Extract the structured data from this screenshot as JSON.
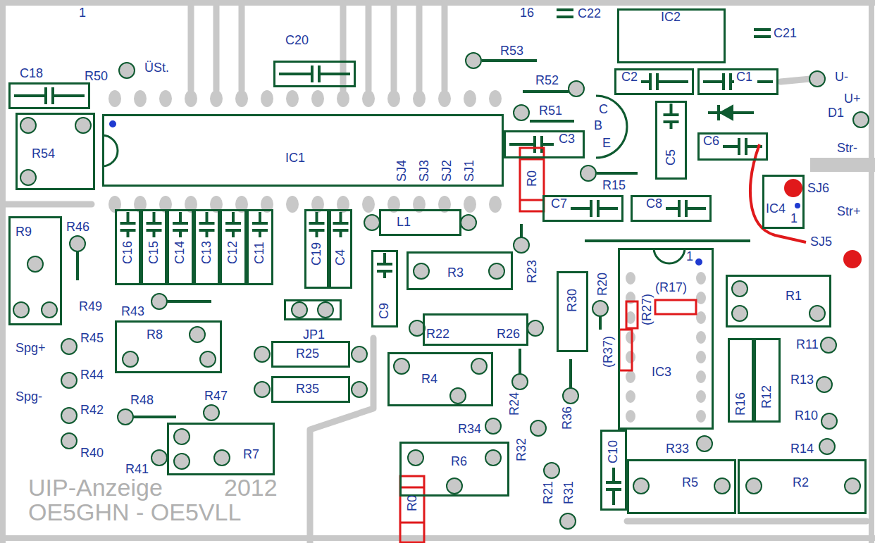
{
  "diagram": {
    "nodes": [
      {
        "text": [
          "IC2"
        ]
      },
      {
        "text": [
          "C20"
        ]
      },
      {
        "text": [
          "C18"
        ]
      },
      {
        "text": [
          "C2"
        ]
      },
      {
        "text": [
          "C1"
        ]
      },
      {
        "text": [
          "C3"
        ]
      },
      {
        "text": [
          "C5"
        ]
      },
      {
        "text": [
          "C6"
        ]
      },
      {
        "text": [
          "R54"
        ]
      },
      {
        "text": [
          "IC1"
        ]
      },
      {
        "text": [
          "IC4"
        ]
      },
      {
        "text": [
          "C7"
        ]
      },
      {
        "text": [
          "C8"
        ]
      },
      {
        "text": [
          "L1"
        ]
      },
      {
        "text": [
          "R9"
        ]
      },
      {
        "text": [
          "C16"
        ]
      },
      {
        "text": [
          "C15"
        ]
      },
      {
        "text": [
          "C14"
        ]
      },
      {
        "text": [
          "C13"
        ]
      },
      {
        "text": [
          "C12"
        ]
      },
      {
        "text": [
          "C11"
        ]
      },
      {
        "text": [
          "C19"
        ]
      },
      {
        "text": [
          "C4"
        ]
      },
      {
        "text": [
          "C9"
        ]
      },
      {
        "text": [
          "R3"
        ]
      },
      {
        "text": [
          "R30"
        ]
      },
      {
        "text": [
          "IC3"
        ]
      },
      {
        "text": [
          "R1"
        ]
      },
      {
        "text": [
          "JP1"
        ]
      },
      {
        "text": [
          "R22",
          "R26"
        ]
      },
      {
        "text": [
          "R8"
        ]
      },
      {
        "text": [
          "R16"
        ]
      },
      {
        "text": [
          "R12"
        ]
      },
      {
        "text": [
          "R25"
        ]
      },
      {
        "text": [
          "R4"
        ]
      },
      {
        "text": [
          "R35"
        ]
      },
      {
        "text": [
          "R7"
        ]
      },
      {
        "text": [
          "R6"
        ]
      },
      {
        "text": [
          "C10"
        ]
      },
      {
        "text": [
          "R5"
        ]
      },
      {
        "text": [
          "R2"
        ]
      }
    ],
    "labels": [
      "1",
      "16",
      "C22",
      "C21",
      "R53",
      "ÜSt.",
      "R50",
      "U-",
      "R52",
      "U+",
      "C",
      "R51",
      "D1",
      "B",
      "E",
      "Str-",
      "SJ4",
      "SJ3",
      "SJ2",
      "SJ1",
      "R0",
      "R15",
      "SJ6",
      "Str+",
      "1",
      "R46",
      "1",
      "SJ5",
      "R23",
      "R20",
      "(R17)",
      "(R27)",
      "R49",
      "R43",
      "(R37)",
      "R45",
      "Spg+",
      "R11",
      "R44",
      "R13",
      "R24",
      "Spg-",
      "R48",
      "R47",
      "R42",
      "R10",
      "R36",
      "R34",
      "R32",
      "R40",
      "R33",
      "R14",
      "R41",
      "R21",
      "R31",
      "R0",
      "UIP-Anzeige",
      "2012",
      "OE5GHN - OE5VLL"
    ]
  }
}
